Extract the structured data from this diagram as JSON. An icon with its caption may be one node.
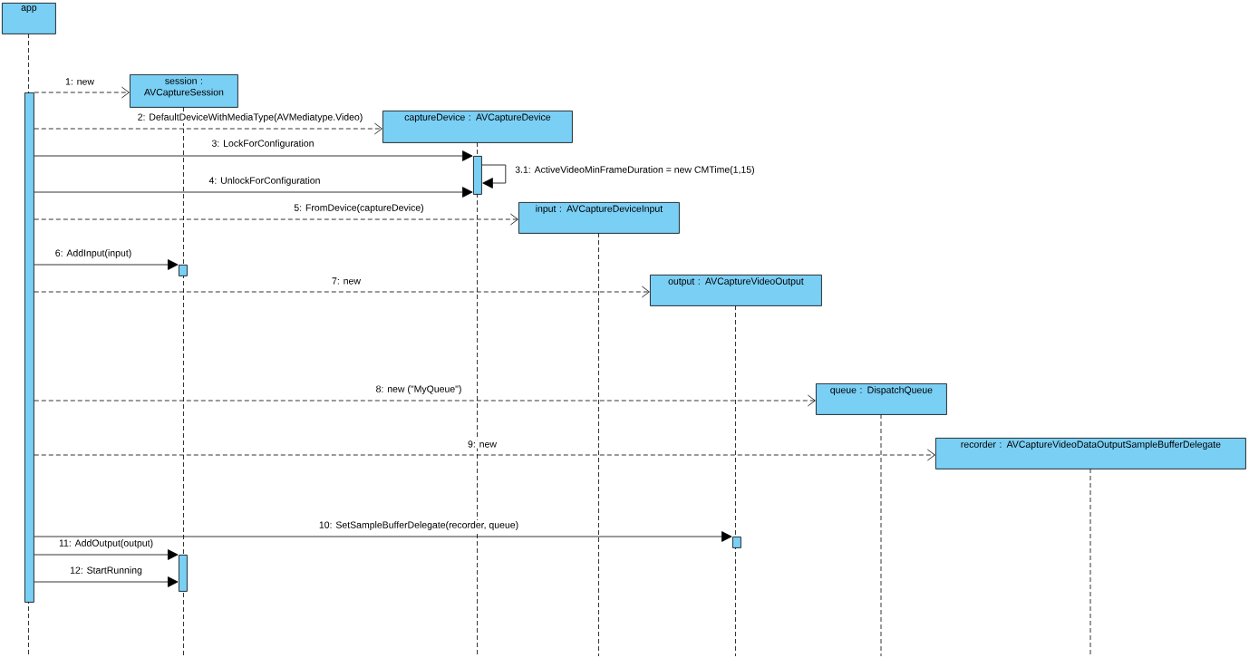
{
  "diagram": {
    "nodes": [
      {
        "text": [
          "app"
        ]
      },
      {
        "text": [
          "session : AVCaptureSession"
        ]
      },
      {
        "text": [
          "captureDevice : AVCaptureDevice"
        ]
      },
      {
        "text": [
          "input : AVCaptureDeviceInput"
        ]
      },
      {
        "text": [
          "output : AVCaptureVideoOutput"
        ]
      },
      {
        "text": [
          "queue : DispatchQueue"
        ]
      },
      {
        "text": [
          "recorder : AVCaptureVideoDataOutputSampleBufferDelegate"
        ]
      },
      {
        "text": [],
        "shape": "bar"
      },
      {
        "text": [],
        "shape": "bar"
      },
      {
        "text": [],
        "shape": "bar"
      },
      {
        "text": [],
        "shape": "bar"
      },
      {
        "text": [],
        "shape": "bar"
      }
    ],
    "edges": [
      {
        "from": 7,
        "to": 1,
        "arrow": "to",
        "style": "dashed",
        "label": "1: new"
      },
      {
        "from": 7,
        "to": 2,
        "arrow": "to",
        "style": "dashed",
        "label": "2: DefaultDeviceWithMediaType(AVMediatype.Video)"
      },
      {
        "from": 7,
        "to": 8,
        "arrow": "to",
        "label": "3: LockForConfiguration"
      },
      {
        "from": 8,
        "to": 8,
        "arrow": "to",
        "label": "3.1: ActiveVideoMinFrameDuration = new CMTime(1,15)"
      },
      {
        "from": 7,
        "to": 8,
        "arrow": "to",
        "label": "4: UnlockForConfiguration"
      },
      {
        "from": 7,
        "to": 3,
        "arrow": "to",
        "style": "dashed",
        "label": "5: FromDevice(captureDevice)"
      },
      {
        "from": 7,
        "to": 9,
        "arrow": "to",
        "label": "6: AddInput(input)"
      },
      {
        "from": 7,
        "to": 4,
        "arrow": "to",
        "style": "dashed",
        "label": "7: new"
      },
      {
        "from": 7,
        "to": 5,
        "arrow": "to",
        "style": "dashed",
        "label": "8: new (\"MyQueue\")"
      },
      {
        "from": 7,
        "to": 6,
        "arrow": "to",
        "style": "dashed",
        "label": "9: new"
      },
      {
        "from": 7,
        "to": 10,
        "arrow": "to",
        "label": "10: SetSampleBufferDelegate(recorder, queue)"
      },
      {
        "from": 7,
        "to": 11,
        "arrow": "to",
        "label": "11: AddOutput(output)"
      },
      {
        "from": 7,
        "to": 11,
        "arrow": "to",
        "label": "12: StartRunning"
      }
    ]
  }
}
